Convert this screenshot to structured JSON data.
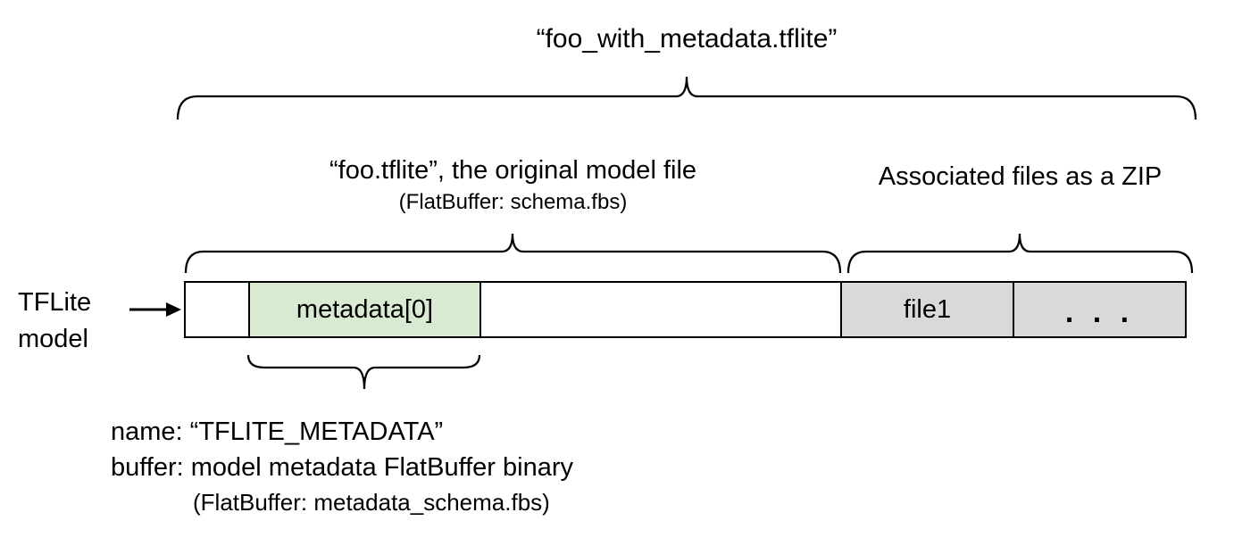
{
  "title": "“foo_with_metadata.tflite”",
  "sections": {
    "model": {
      "label": "“foo.tflite”, the original model file",
      "sublabel": "(FlatBuffer: schema.fbs)"
    },
    "zip": {
      "label": "Associated files as a ZIP"
    }
  },
  "side_label": {
    "line1": "TFLite",
    "line2": "model"
  },
  "bar": {
    "segments": [
      {
        "label": "",
        "bg": "#ffffff"
      },
      {
        "label": "metadata[0]",
        "bg": "#d9ead3"
      },
      {
        "label": "",
        "bg": "#ffffff"
      },
      {
        "label": "file1",
        "bg": "#d9d9d9"
      },
      {
        "label": ". . .",
        "bg": "#d9d9d9"
      }
    ]
  },
  "metadata_note": {
    "line1": "name: “TFLITE_METADATA”",
    "line2": "buffer: model metadata FlatBuffer binary",
    "line3": "(FlatBuffer: metadata_schema.fbs)"
  },
  "colors": {
    "metadata_fill": "#d9ead3",
    "associated_file_fill": "#d9d9d9",
    "stroke": "#000000",
    "background": "#ffffff"
  }
}
